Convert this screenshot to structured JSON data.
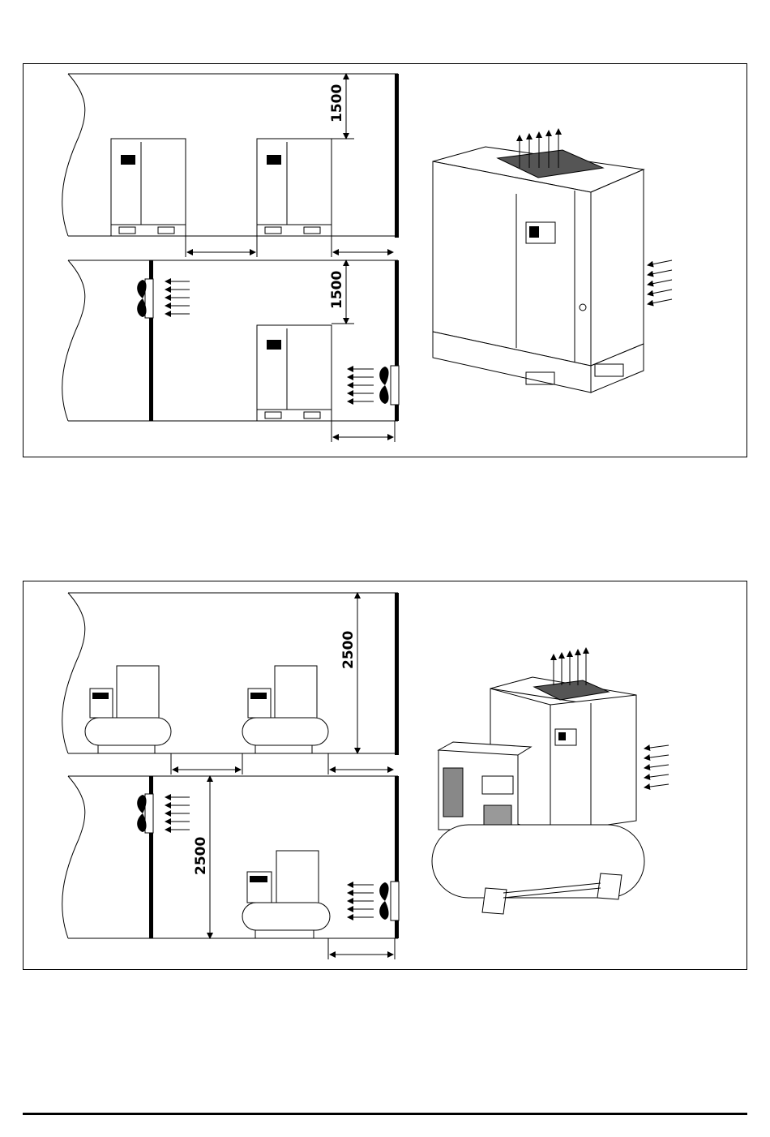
{
  "figure_top": {
    "dimension_upper": "1500",
    "dimension_lower": "1500"
  },
  "figure_bottom": {
    "dimension_upper": "2500",
    "dimension_lower": "2500"
  },
  "icons": {
    "fan": "fan-icon",
    "airflow": "airflow-arrow-icon"
  }
}
